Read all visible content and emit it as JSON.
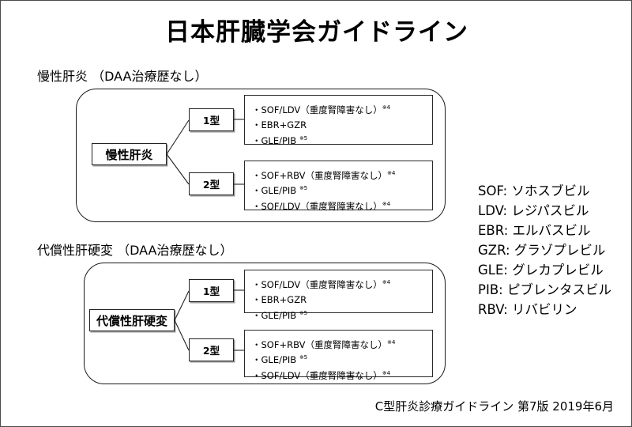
{
  "title": "日本肝臓学会ガイドライン",
  "sections": [
    {
      "heading": "慢性肝炎 （DAA治療歴なし）",
      "root_label": "慢性肝炎",
      "branches": [
        {
          "type_label": "1型",
          "treatments": [
            {
              "text": "・SOF/LDV（重度腎障害なし）",
              "note": "※4"
            },
            {
              "text": "・EBR+GZR",
              "note": ""
            },
            {
              "text": "・GLE/PIB ",
              "note": "※5"
            }
          ]
        },
        {
          "type_label": "2型",
          "treatments": [
            {
              "text": "・SOF+RBV（重度腎障害なし）",
              "note": "※4"
            },
            {
              "text": "・GLE/PIB ",
              "note": "※5"
            },
            {
              "text": "・SOF/LDV（重度腎障害なし）",
              "note": "※4"
            }
          ]
        }
      ]
    },
    {
      "heading": "代償性肝硬変 （DAA治療歴なし）",
      "root_label": "代償性肝硬変",
      "branches": [
        {
          "type_label": "1型",
          "treatments": [
            {
              "text": "・SOF/LDV（重度腎障害なし）",
              "note": "※4"
            },
            {
              "text": "・EBR+GZR",
              "note": ""
            },
            {
              "text": "・GLE/PIB ",
              "note": "※5"
            }
          ]
        },
        {
          "type_label": "2型",
          "treatments": [
            {
              "text": "・SOF+RBV（重度腎障害なし）",
              "note": "※4"
            },
            {
              "text": "・GLE/PIB ",
              "note": "※5"
            },
            {
              "text": "・SOF/LDV（重度腎障害なし）",
              "note": "※4"
            }
          ]
        }
      ]
    }
  ],
  "legend": [
    "SOF: ソホスブビル",
    "LDV: レジパスビル",
    "EBR: エルバスビル",
    "GZR: グラゾプレビル",
    "GLE: グレカプレビル",
    "PIB: ピブレンタスビル",
    "RBV: リバビリン"
  ],
  "footer": "C型肝炎診療ガイドライン 第7版 2019年6月"
}
